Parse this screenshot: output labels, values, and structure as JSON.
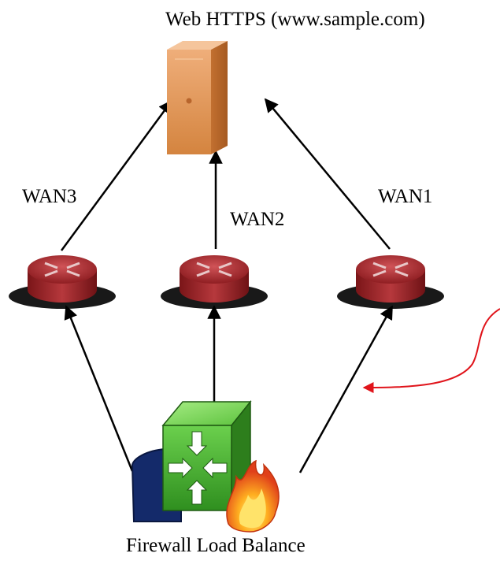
{
  "server": {
    "label": "Web HTTPS (www.sample.com)",
    "icon": "server-tower-icon",
    "color": "#d98b4f"
  },
  "links": [
    {
      "label": "WAN3"
    },
    {
      "label": "WAN2"
    },
    {
      "label": "WAN1"
    }
  ],
  "routers": {
    "icon": "router-icon",
    "color": "#a8262a"
  },
  "firewall": {
    "label": "Firewall Load Balance",
    "icon": "firewall-load-balancer-icon",
    "color": "#3da22a"
  },
  "callout": {
    "icon": "red-curved-arrow-icon",
    "color": "#e0141b"
  }
}
